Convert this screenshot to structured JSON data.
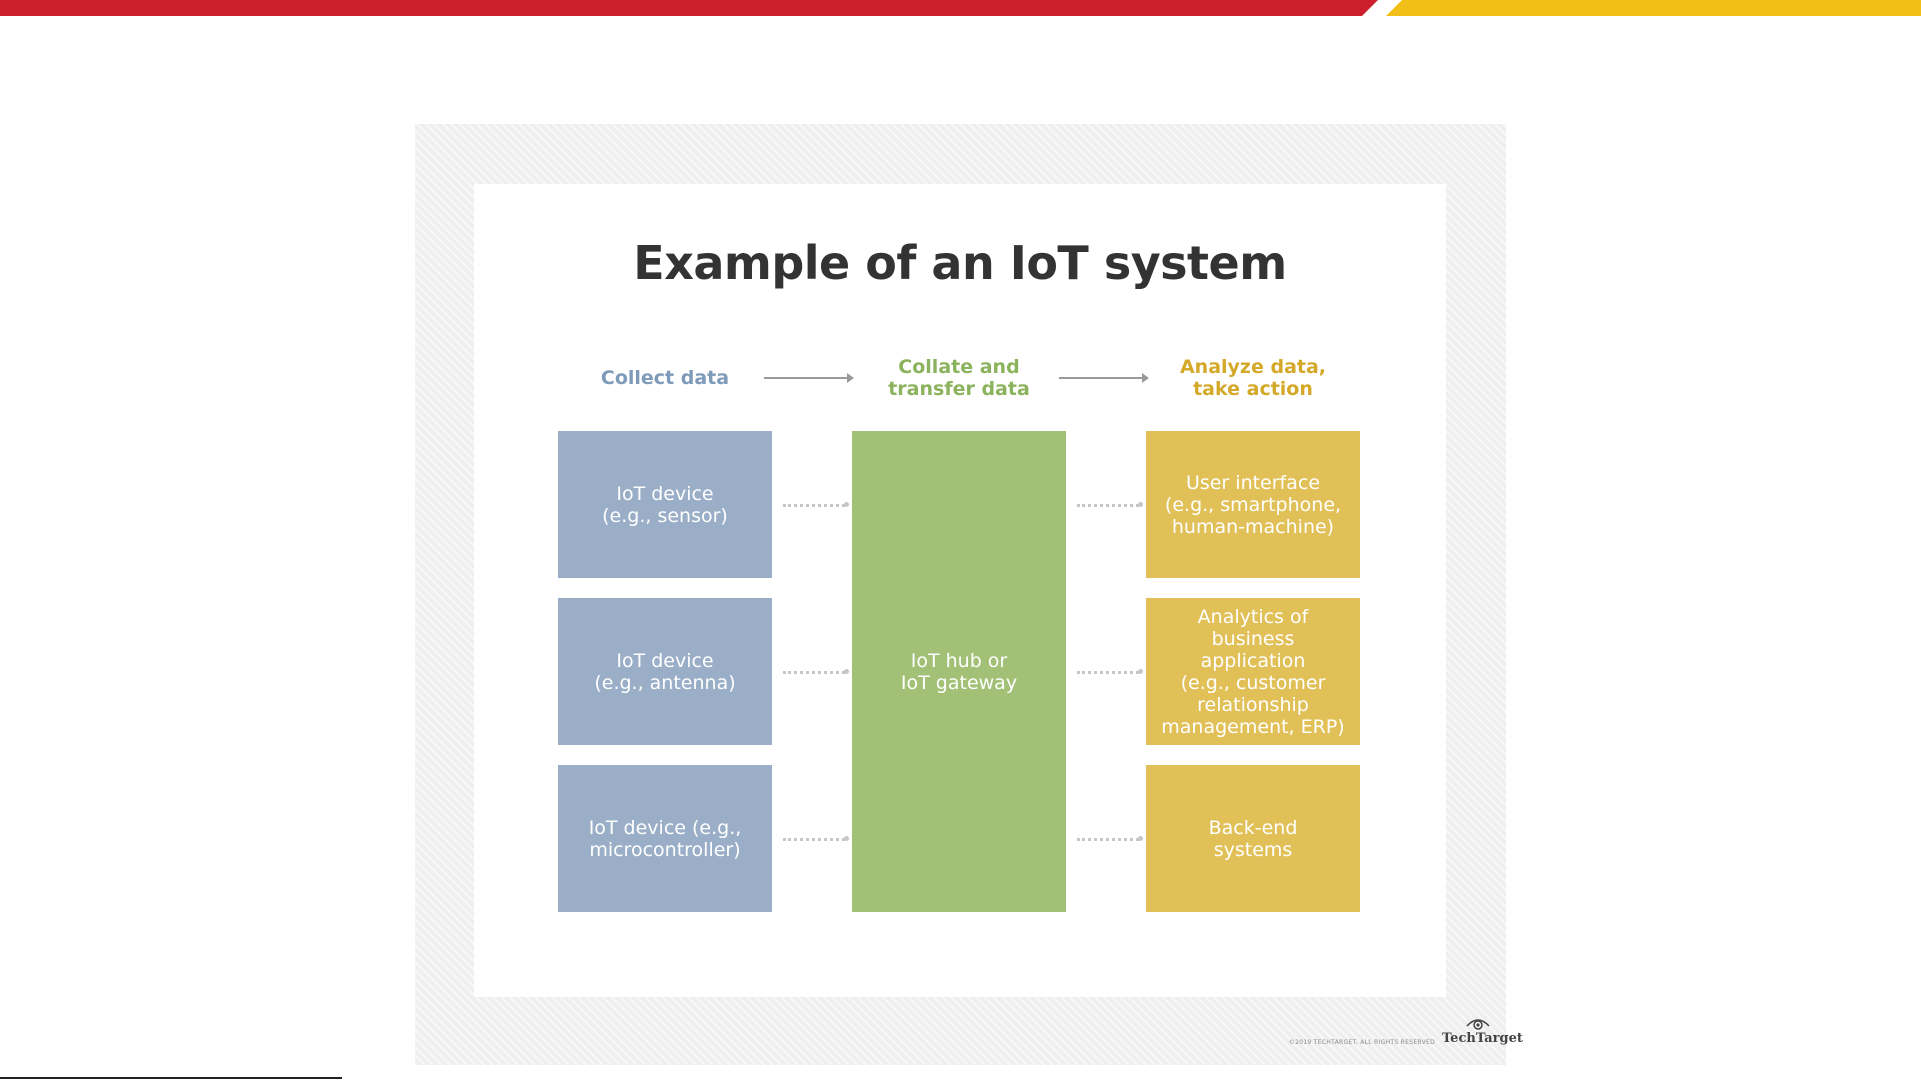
{
  "diagram": {
    "title": "Example of an IoT system",
    "stages": {
      "collect": "Collect data",
      "collate": "Collate and\ntransfer data",
      "analyze": "Analyze data,\ntake action"
    },
    "devices": [
      "IoT device\n(e.g., sensor)",
      "IoT device\n(e.g., antenna)",
      "IoT device (e.g.,\nmicrocontroller)"
    ],
    "hub": "IoT hub or\nIoT gateway",
    "actions": [
      "User interface\n(e.g., smartphone,\nhuman-machine)",
      "Analytics of\nbusiness\napplication\n(e.g., customer\nrelationship\nmanagement, ERP)",
      "Back-end\nsystems"
    ],
    "footer": {
      "copyright": "©2019 TECHTARGET. ALL RIGHTS RESERVED",
      "brand": "TechTarget"
    }
  },
  "colors": {
    "topbar_red": "#cc1f2e",
    "topbar_yellow": "#f2be18",
    "collect_blue": "#9aaec8",
    "collate_green": "#a2c176",
    "analyze_gold": "#e1c058"
  }
}
